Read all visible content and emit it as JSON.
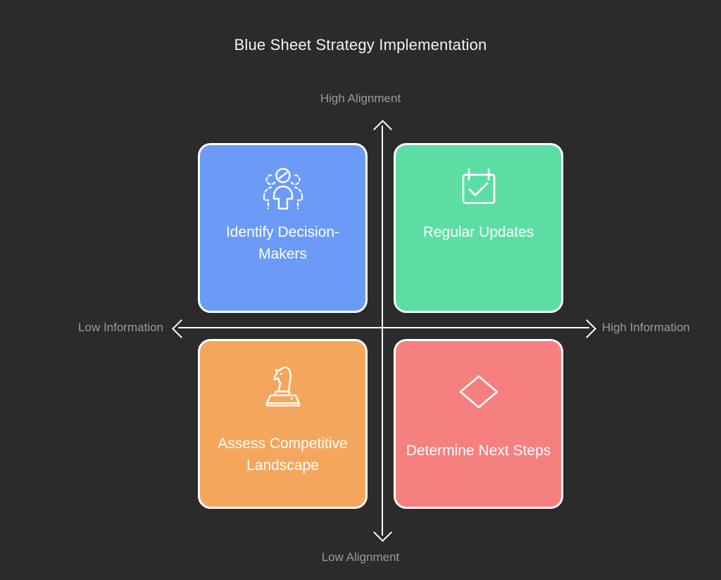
{
  "chart_data": {
    "type": "quadrant",
    "title": "Blue Sheet Strategy Implementation",
    "xlabel_low": "Low Information",
    "xlabel_high": "High Information",
    "ylabel_low": "Low Alignment",
    "ylabel_high": "High Alignment",
    "background_color": "#2b2b2b",
    "axis_color": "#ffffff",
    "axis_label_color": "#9a9a9a",
    "quadrants": [
      {
        "id": "q1",
        "position": "top-left",
        "label": "Identify Decision-Makers",
        "icon": "people-target-icon",
        "color": "#6b9bf7",
        "x_region": "Low Information",
        "y_region": "High Alignment"
      },
      {
        "id": "q2",
        "position": "top-right",
        "label": "Regular Updates",
        "icon": "calendar-check-icon",
        "color": "#5cdda4",
        "x_region": "High Information",
        "y_region": "High Alignment"
      },
      {
        "id": "q3",
        "position": "bottom-left",
        "label": "Assess Competitive Landscape",
        "icon": "chess-knight-icon",
        "color": "#f4a75c",
        "x_region": "Low Information",
        "y_region": "Low Alignment"
      },
      {
        "id": "q4",
        "position": "bottom-right",
        "label": "Determine Next Steps",
        "icon": "diamond-icon",
        "color": "#f67f7f",
        "x_region": "High Information",
        "y_region": "Low Alignment"
      }
    ]
  },
  "title": "Blue Sheet Strategy Implementation",
  "axes": {
    "top": "High Alignment",
    "bottom": "Low Alignment",
    "left": "Low Information",
    "right": "High Information"
  },
  "cards": {
    "q1": {
      "label": "Identify Decision-Makers",
      "color": "#6b9bf7"
    },
    "q2": {
      "label": "Regular Updates",
      "color": "#5cdda4"
    },
    "q3": {
      "label": "Assess Competitive Landscape",
      "color": "#f4a75c"
    },
    "q4": {
      "label": "Determine Next Steps",
      "color": "#f67f7f"
    }
  }
}
